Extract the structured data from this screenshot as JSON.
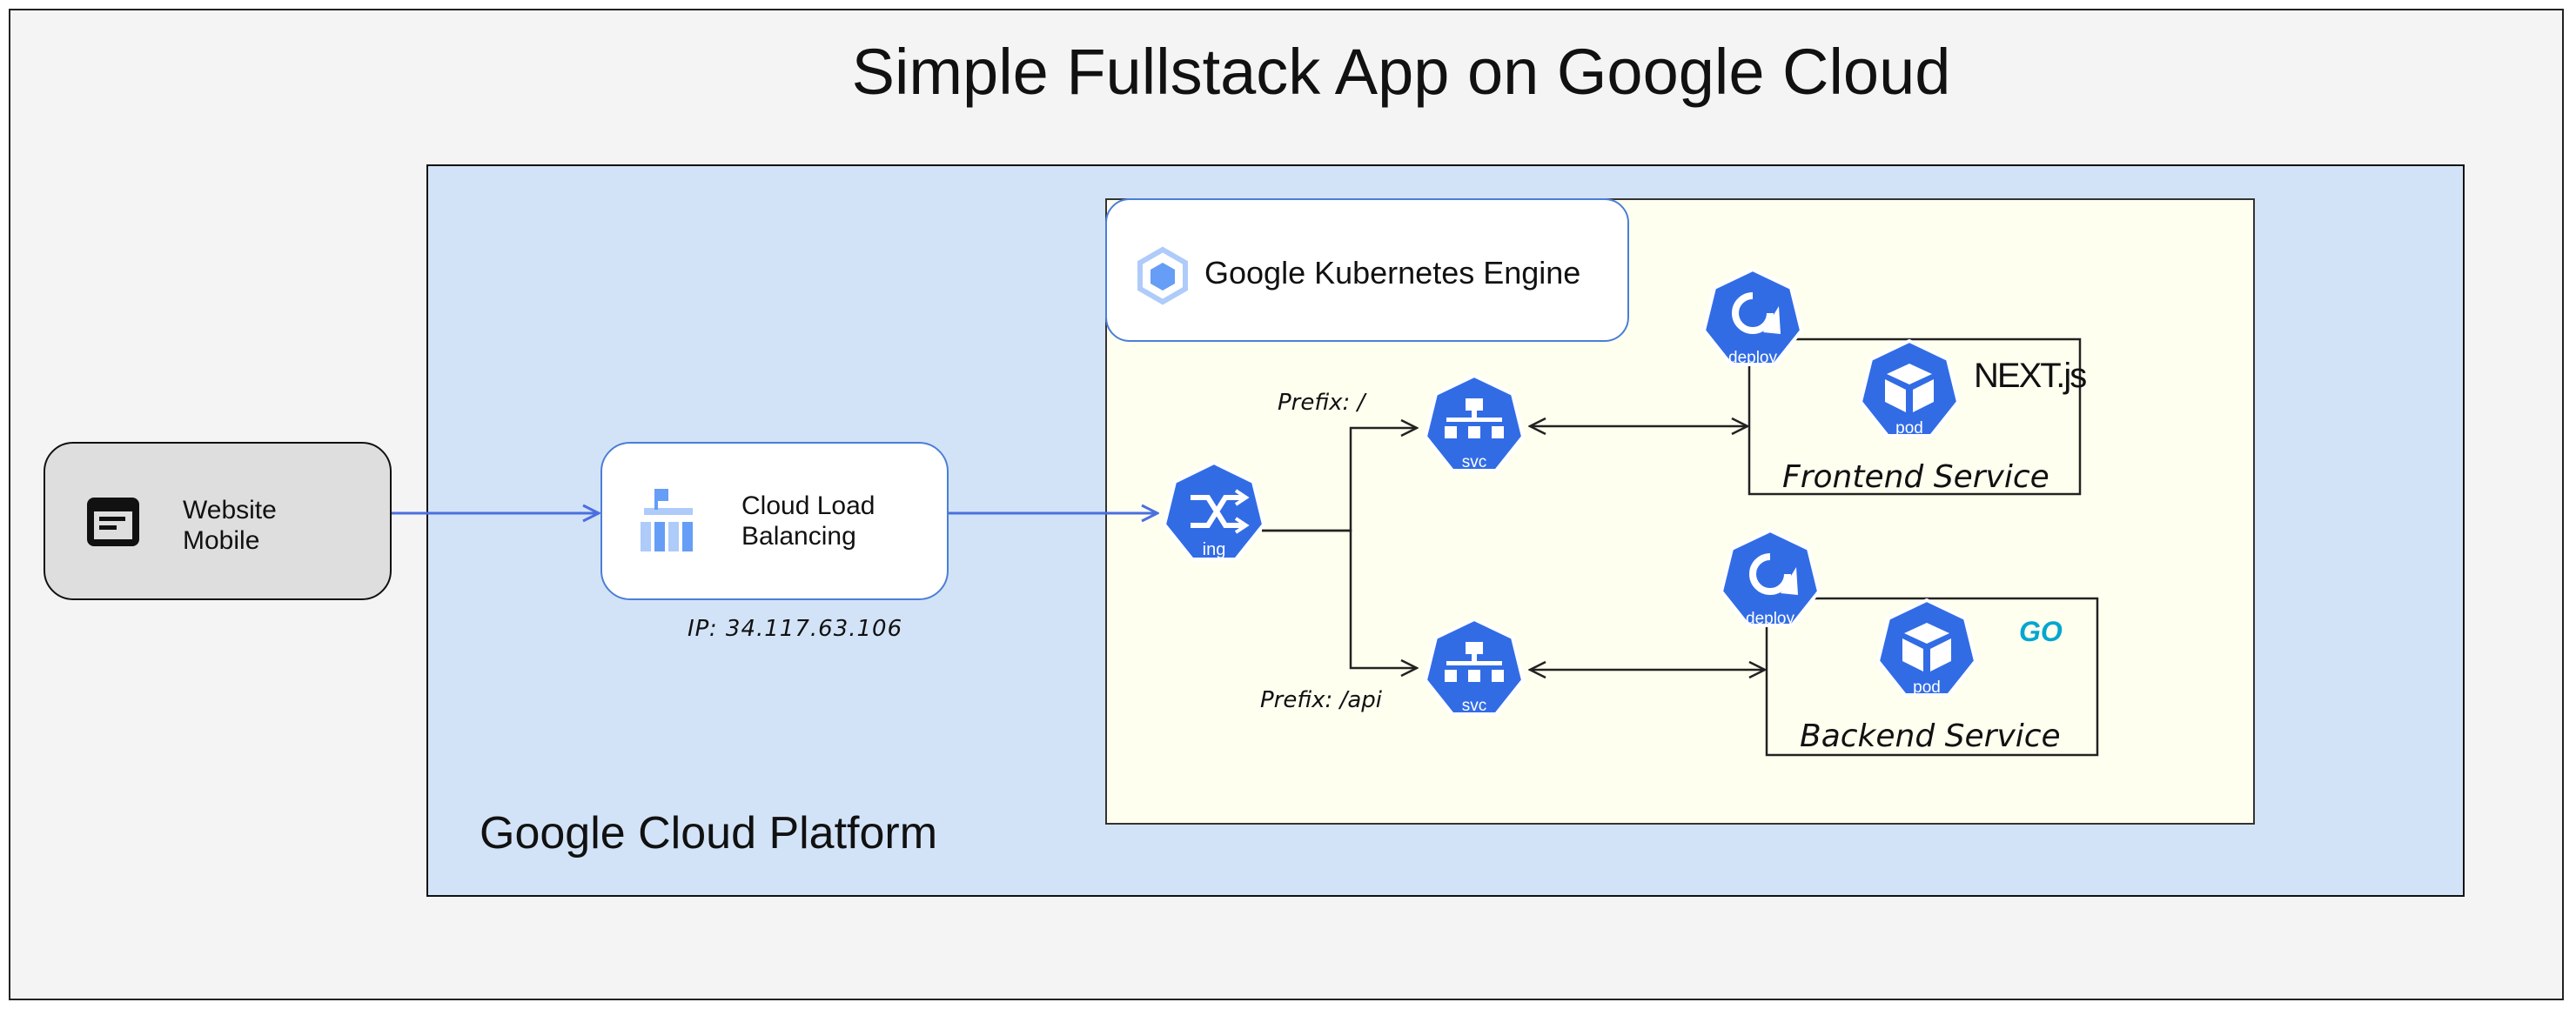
{
  "diagram": {
    "title": "Simple Fullstack App on Google Cloud",
    "platform_label": "Google Cloud Platform",
    "gke_label": "Google Kubernetes Engine",
    "client": {
      "line1": "Website",
      "line2": "Mobile",
      "icon": "browser-window-icon"
    },
    "load_balancer": {
      "line1": "Cloud Load",
      "line2": "Balancing",
      "ip": "IP: 34.117.63.106",
      "icon": "load-balancer-icon"
    },
    "ingress": {
      "label": "ing"
    },
    "routes": {
      "root_prefix": "Prefix: /",
      "api_prefix": "Prefix: /api"
    },
    "frontend": {
      "service_label": "svc",
      "deploy_label": "deploy",
      "pod_label": "pod",
      "group_label": "Frontend Service",
      "logo": "NEXT.js"
    },
    "backend": {
      "service_label": "svc",
      "deploy_label": "deploy",
      "pod_label": "pod",
      "group_label": "Backend Service",
      "logo": "GO"
    },
    "colors": {
      "k8s_blue": "#326ce5",
      "arrow_blue": "#4a6fe0",
      "gcp_fill": "#d3e3f7",
      "gke_fill": "#fffff0"
    }
  }
}
